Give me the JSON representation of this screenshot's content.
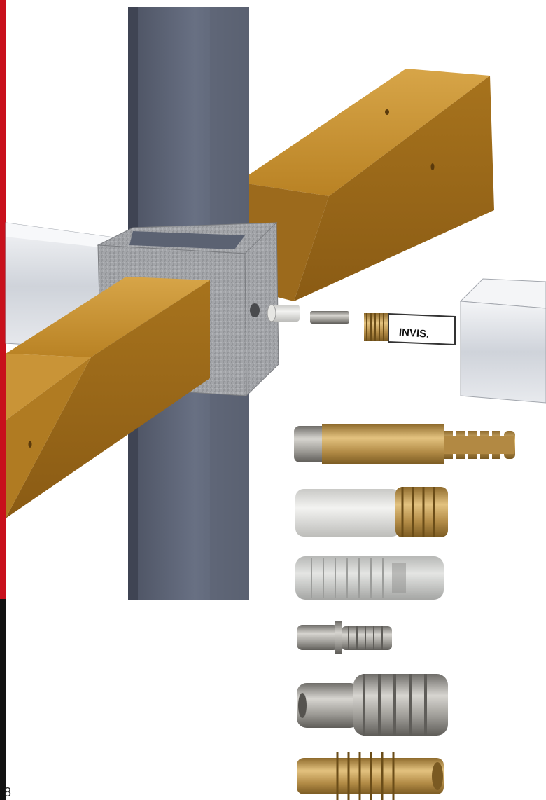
{
  "page": {
    "number": "8"
  },
  "illustration": {
    "description_icon": "assembly-exploded-view",
    "connector_label": "INVIS."
  },
  "colors": {
    "accent_red": "#c8101c",
    "post_steel": "#5b6272",
    "wood": "#b8862a",
    "granite": "#9ea0a4",
    "brass": "#c8a25a",
    "steel": "#a9a7a2"
  },
  "parts": [
    {
      "icon": "brass-pin-with-steel-cap-icon"
    },
    {
      "icon": "white-sleeve-with-brass-insert-icon"
    },
    {
      "icon": "ribbed-plastic-dowel-icon"
    },
    {
      "icon": "small-steel-threaded-pin-icon"
    },
    {
      "icon": "large-steel-threaded-insert-icon"
    },
    {
      "icon": "brass-threaded-insert-icon"
    }
  ]
}
